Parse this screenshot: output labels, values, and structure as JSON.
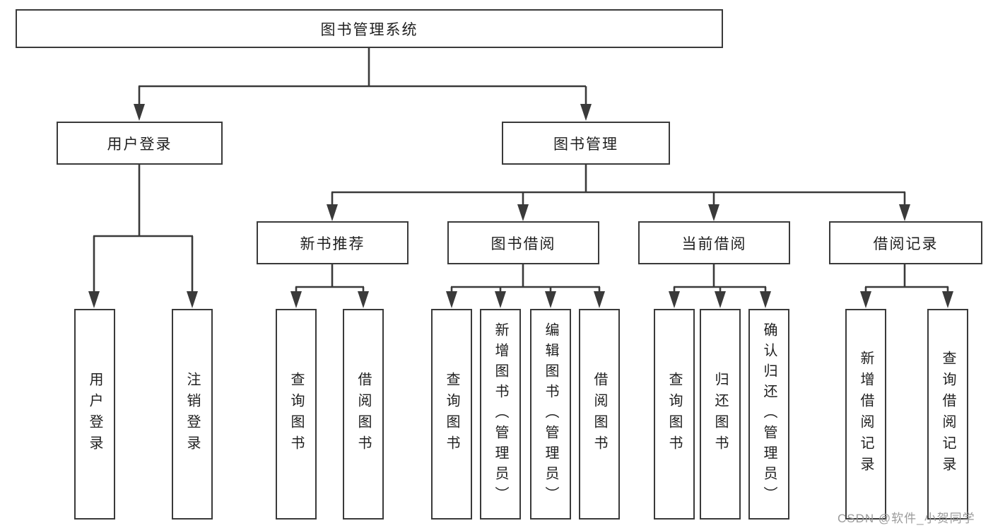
{
  "tree": {
    "root": "图书管理系统",
    "level2": [
      {
        "label": "用户登录"
      },
      {
        "label": "图书管理"
      }
    ],
    "level3": [
      {
        "label": "新书推荐"
      },
      {
        "label": "图书借阅"
      },
      {
        "label": "当前借阅"
      },
      {
        "label": "借阅记录"
      }
    ],
    "leaves": {
      "login": [
        "用户登录",
        "注销登录"
      ],
      "recommend": [
        "查询图书",
        "借阅图书"
      ],
      "borrow": [
        "查询图书",
        "新增图书（管理员）",
        "编辑图书（管理员）",
        "借阅图书"
      ],
      "current": [
        "查询图书",
        "归还图书",
        "确认归还（管理员）"
      ],
      "records": [
        "新增借阅记录",
        "查询借阅记录"
      ]
    }
  },
  "watermark": "CSDN @软件_小贺同学",
  "colors": {
    "line": "#3a3a3a",
    "box_border": "#3a3a3a",
    "box_fill": "#ffffff",
    "text": "#1f1f1f",
    "watermark": "#9b9b9b",
    "background": "#ffffff"
  }
}
